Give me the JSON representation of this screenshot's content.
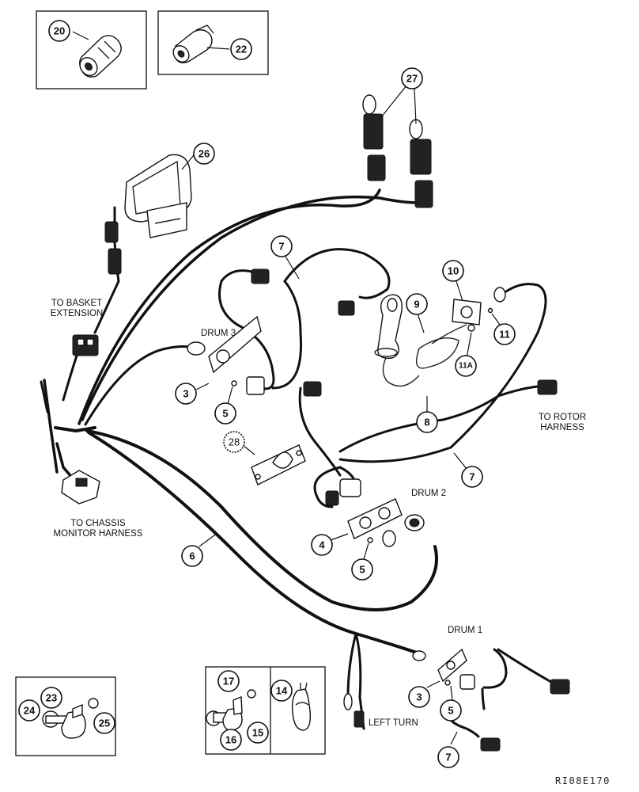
{
  "labels": {
    "drum3": "DRUM 3",
    "drum2": "DRUM 2",
    "drum1": "DRUM 1",
    "basket_1": "TO BASKET",
    "basket_2": "EXTENSION",
    "rotor_1": "TO ROTOR",
    "rotor_2": "HARNESS",
    "chassis_1": "TO CHASSIS",
    "chassis_2": "MONITOR HARNESS",
    "left_turn": "LEFT TURN",
    "drawing_code": "RI08E170"
  },
  "callouts": {
    "c20": "20",
    "c22": "22",
    "c27": "27",
    "c26": "26",
    "c7a": "7",
    "c10": "10",
    "c9": "9",
    "c11": "11",
    "c11a": "11A",
    "c3a": "3",
    "c5a": "5",
    "c8": "8",
    "c7b": "7",
    "c28": "28",
    "c4": "4",
    "c5b": "5",
    "c6": "6",
    "c3b": "3",
    "c5c": "5",
    "c7c": "7",
    "c17": "17",
    "c14": "14",
    "c16": "16",
    "c15": "15",
    "c23": "23",
    "c24": "24",
    "c25": "25"
  }
}
